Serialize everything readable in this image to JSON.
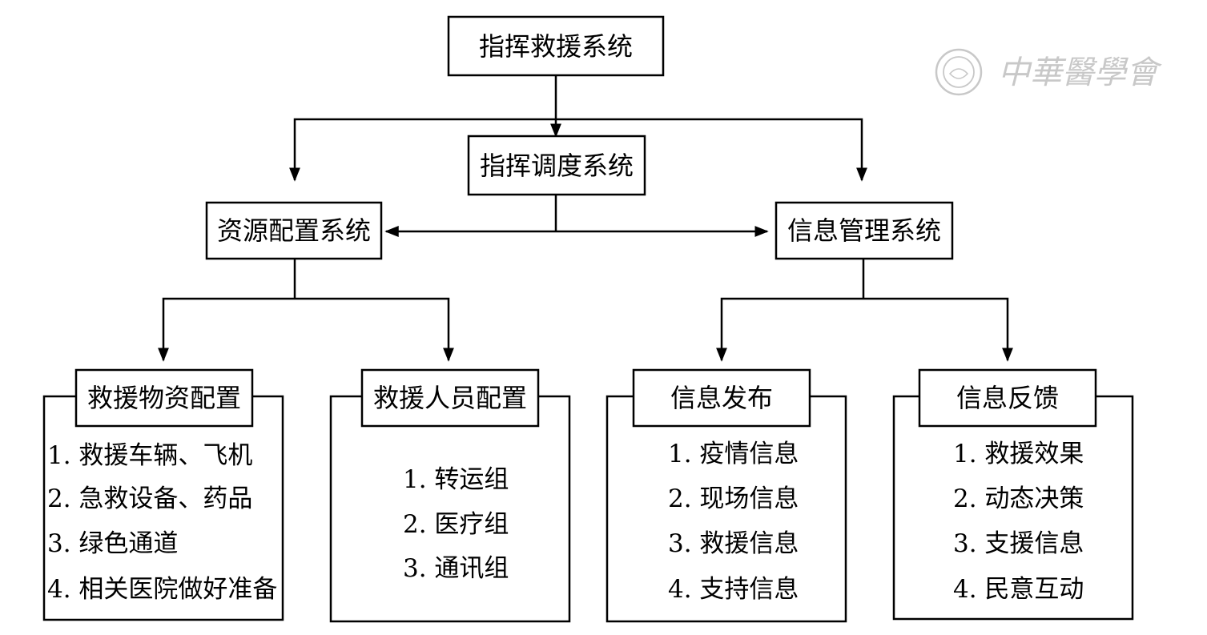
{
  "watermark": {
    "text": "中華醫學會"
  },
  "top": {
    "command_rescue": "指挥救援系统",
    "dispatch": "指挥调度系统"
  },
  "middle": {
    "resource": "资源配置系统",
    "info": "信息管理系统"
  },
  "groups": [
    {
      "title": "救援物资配置",
      "items": [
        "1. 救援车辆、飞机",
        "2. 急救设备、药品",
        "3. 绿色通道",
        "4. 相关医院做好准备"
      ]
    },
    {
      "title": "救援人员配置",
      "items": [
        "1. 转运组",
        "2. 医疗组",
        "3. 通讯组"
      ]
    },
    {
      "title": "信息发布",
      "items": [
        "1. 疫情信息",
        "2. 现场信息",
        "3. 救援信息",
        "4. 支持信息"
      ]
    },
    {
      "title": "信息反馈",
      "items": [
        "1. 救援效果",
        "2. 动态决策",
        "3. 支援信息",
        "4. 民意互动"
      ]
    }
  ]
}
